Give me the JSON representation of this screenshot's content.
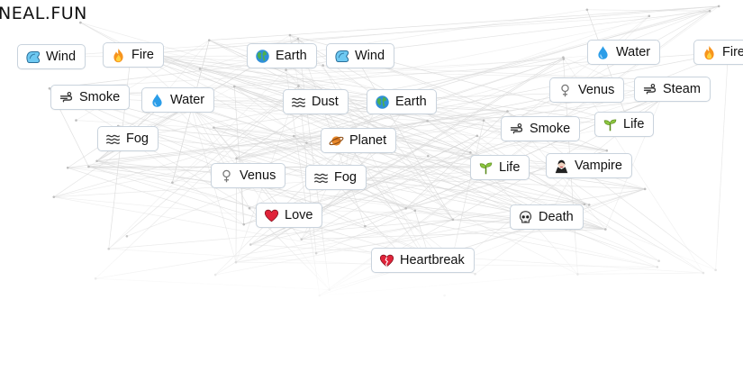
{
  "header": {
    "logo_text": "NEAL.FUN"
  },
  "elements": [
    {
      "name": "wind",
      "label": "Wind",
      "icon": "wind-icon"
    },
    {
      "name": "fire",
      "label": "Fire",
      "icon": "fire-icon"
    },
    {
      "name": "earth",
      "label": "Earth",
      "icon": "earth-icon"
    },
    {
      "name": "wind",
      "label": "Wind",
      "icon": "wind-icon"
    },
    {
      "name": "smoke",
      "label": "Smoke",
      "icon": "smoke-icon"
    },
    {
      "name": "water",
      "label": "Water",
      "icon": "water-drop-icon"
    },
    {
      "name": "dust",
      "label": "Dust",
      "icon": "dust-icon"
    },
    {
      "name": "earth",
      "label": "Earth",
      "icon": "earth-icon"
    },
    {
      "name": "fog",
      "label": "Fog",
      "icon": "fog-icon"
    },
    {
      "name": "planet",
      "label": "Planet",
      "icon": "planet-icon"
    },
    {
      "name": "venus",
      "label": "Venus",
      "icon": "venus-symbol-icon"
    },
    {
      "name": "fog",
      "label": "Fog",
      "icon": "fog-icon"
    },
    {
      "name": "love",
      "label": "Love",
      "icon": "heart-icon"
    },
    {
      "name": "heartbreak",
      "label": "Heartbreak",
      "icon": "broken-heart-icon"
    },
    {
      "name": "water",
      "label": "Water",
      "icon": "water-drop-icon"
    },
    {
      "name": "fire",
      "label": "Fire",
      "icon": "fire-icon"
    },
    {
      "name": "venus",
      "label": "Venus",
      "icon": "venus-symbol-icon"
    },
    {
      "name": "steam",
      "label": "Steam",
      "icon": "steam-icon"
    },
    {
      "name": "smoke",
      "label": "Smoke",
      "icon": "smoke-icon"
    },
    {
      "name": "life",
      "label": "Life",
      "icon": "sprout-icon"
    },
    {
      "name": "life",
      "label": "Life",
      "icon": "sprout-icon"
    },
    {
      "name": "vampire",
      "label": "Vampire",
      "icon": "vampire-icon"
    },
    {
      "name": "death",
      "label": "Death",
      "icon": "skull-icon"
    }
  ],
  "colors": {
    "chip_border": "#c9d3dd",
    "lines": "#d8d8d8"
  }
}
